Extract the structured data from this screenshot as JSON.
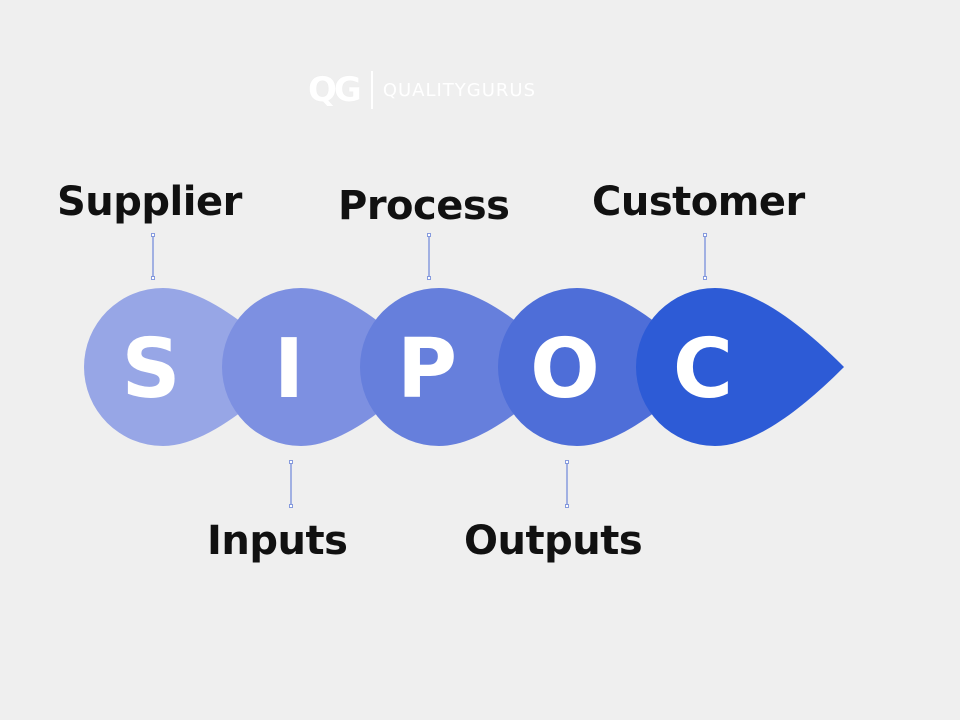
{
  "brand": {
    "mark": "QG",
    "name": "QUALITYGURUS"
  },
  "steps": [
    {
      "letter": "S",
      "label": "Supplier",
      "color": "#97a6e6",
      "position": "top"
    },
    {
      "letter": "I",
      "label": "Inputs",
      "color": "#7d90e1",
      "position": "bottom"
    },
    {
      "letter": "P",
      "label": "Process",
      "color": "#667fdc",
      "position": "top"
    },
    {
      "letter": "O",
      "label": "Outputs",
      "color": "#4e6ed8",
      "position": "bottom"
    },
    {
      "letter": "C",
      "label": "Customer",
      "color": "#2d5bd6",
      "position": "top"
    }
  ],
  "connector_color": "#6d86d9"
}
